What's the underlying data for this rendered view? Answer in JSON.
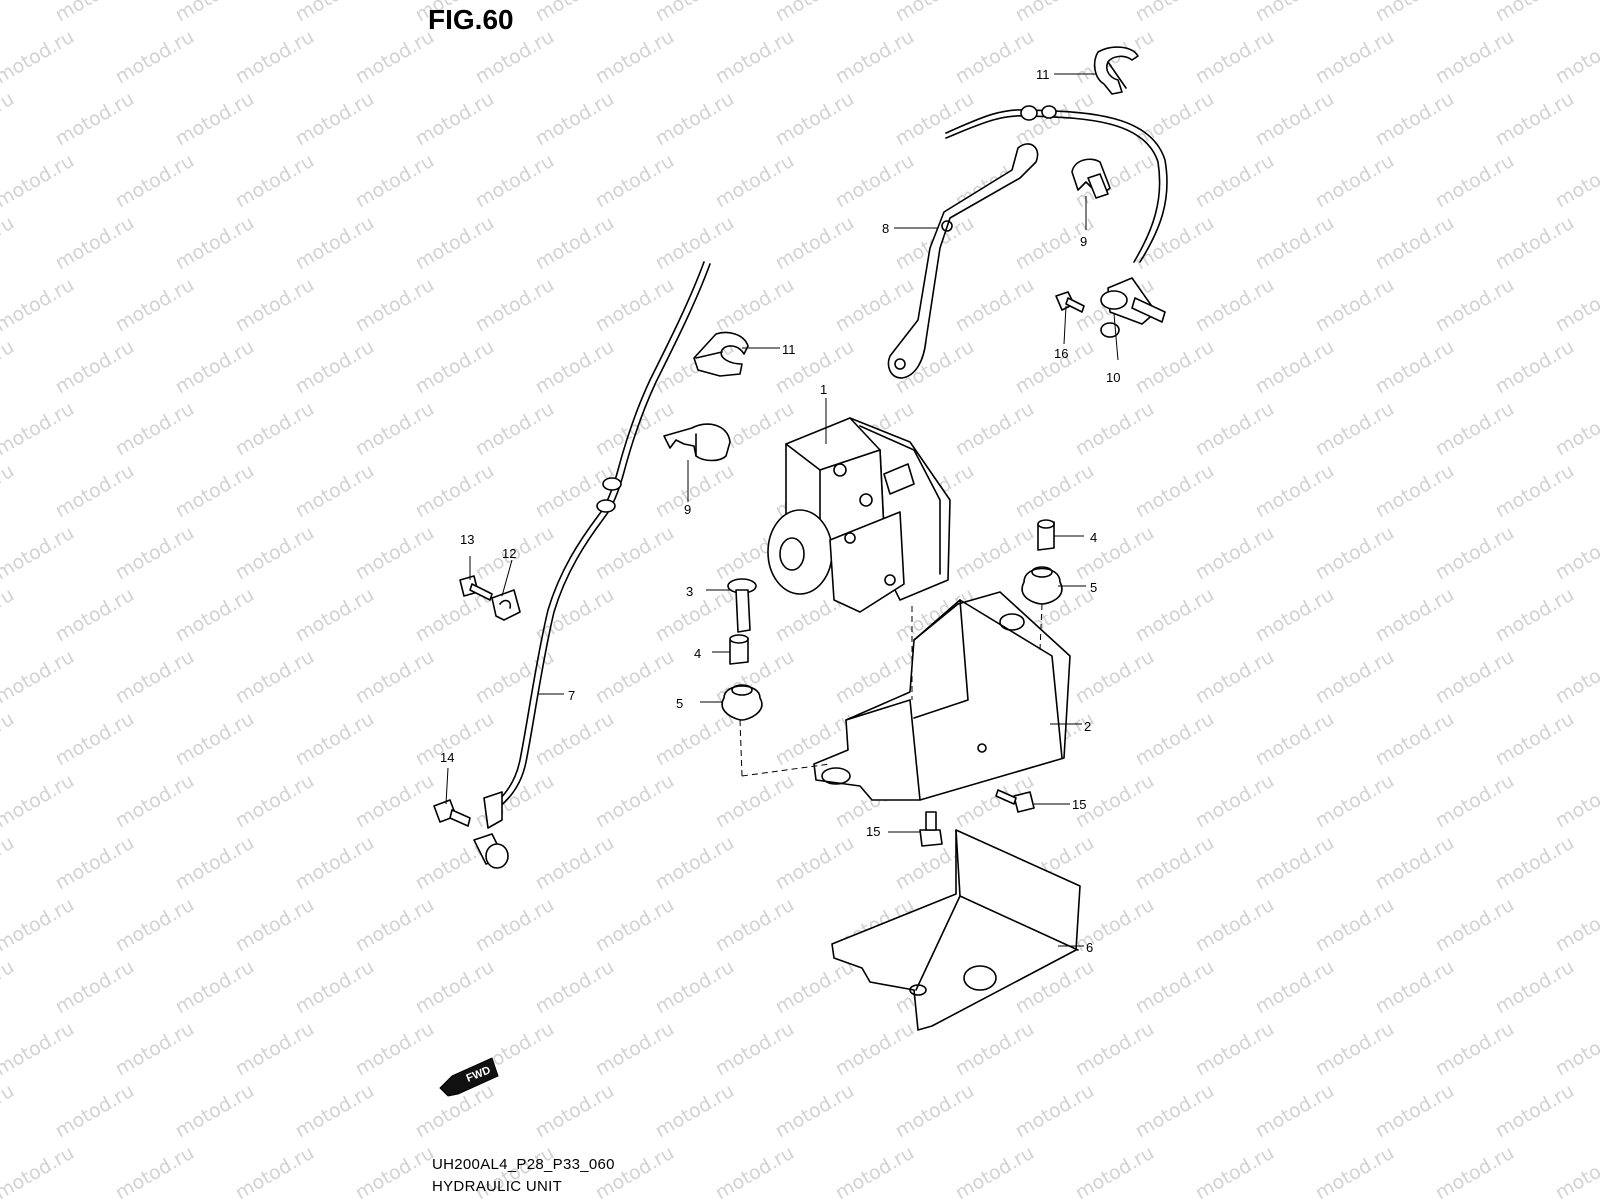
{
  "figure_title": "FIG.60",
  "footer": {
    "code": "UH200AL4_P28_P33_060",
    "name": "HYDRAULIC UNIT"
  },
  "watermark": "motod.ru",
  "fwd_label": "FWD",
  "callouts": {
    "c1": "1",
    "c2": "2",
    "c3": "3",
    "c4a": "4",
    "c4b": "4",
    "c5a": "5",
    "c5b": "5",
    "c6": "6",
    "c7": "7",
    "c8": "8",
    "c9a": "9",
    "c9b": "9",
    "c10": "10",
    "c11a": "11",
    "c11b": "11",
    "c12": "12",
    "c13": "13",
    "c14": "14",
    "c15a": "15",
    "c15b": "15",
    "c16": "16"
  },
  "colors": {
    "line": "#000000",
    "watermark": "#d2d2d2",
    "background": "#ffffff"
  }
}
